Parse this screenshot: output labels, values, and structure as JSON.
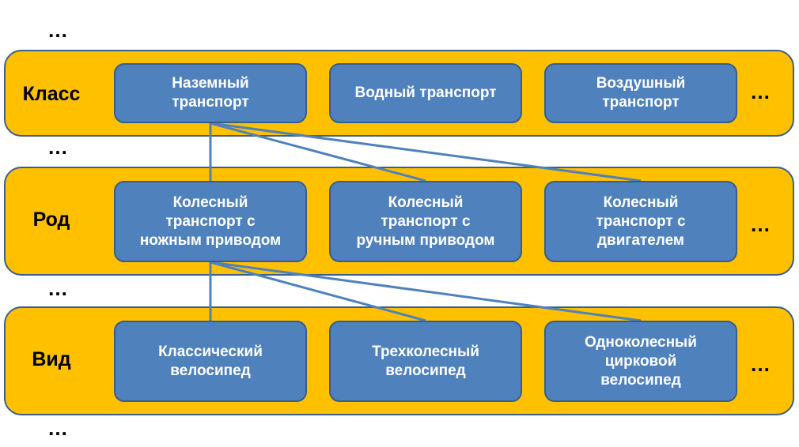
{
  "levels": [
    {
      "label": "Класс",
      "nodes": [
        "Наземный\nтранспорт",
        "Водный транспорт",
        "Воздушный\nтранспорт"
      ],
      "more": "…"
    },
    {
      "label": "Род",
      "nodes": [
        "Колесный\nтранспорт с\nножным приводом",
        "Колесный\nтранспорт с\nручным приводом",
        "Колесный\nтранспорт с\nдвигателем"
      ],
      "more": "…"
    },
    {
      "label": "Вид",
      "nodes": [
        "Классический\nвелосипед",
        "Трехколесный\nвелосипед",
        "Одноколесный\nцирковой\nвелосипед"
      ],
      "more": "…"
    }
  ],
  "between": [
    "…",
    "…",
    "…",
    "…"
  ],
  "colors": {
    "band": "#FFC000",
    "node": "#4F81BD",
    "link": "#4F81BD"
  }
}
